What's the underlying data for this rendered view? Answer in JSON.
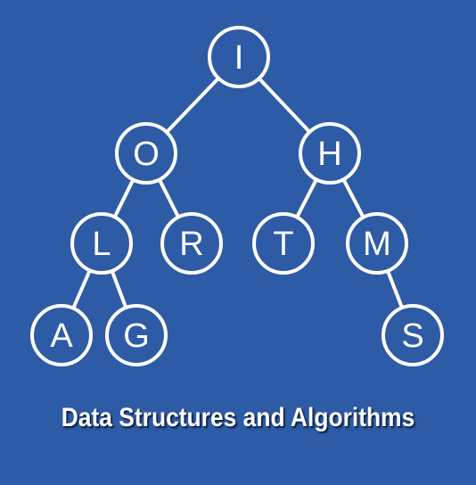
{
  "diagram": {
    "nodes": [
      {
        "id": "n1",
        "label": "I"
      },
      {
        "id": "n2",
        "label": "O"
      },
      {
        "id": "n3",
        "label": "H"
      },
      {
        "id": "n4",
        "label": "L"
      },
      {
        "id": "n5",
        "label": "R"
      },
      {
        "id": "n6",
        "label": "T"
      },
      {
        "id": "n7",
        "label": "M"
      },
      {
        "id": "n8",
        "label": "A"
      },
      {
        "id": "n9",
        "label": "G"
      },
      {
        "id": "n10",
        "label": "S"
      }
    ],
    "edges": [
      [
        "n1",
        "n2"
      ],
      [
        "n1",
        "n3"
      ],
      [
        "n2",
        "n4"
      ],
      [
        "n2",
        "n5"
      ],
      [
        "n3",
        "n6"
      ],
      [
        "n3",
        "n7"
      ],
      [
        "n4",
        "n8"
      ],
      [
        "n4",
        "n9"
      ],
      [
        "n7",
        "n10"
      ]
    ],
    "caption": "Data Structures and Algorithms",
    "colors": {
      "background": "#2e5ba6",
      "stroke": "#ffffff",
      "text": "#ffffff"
    }
  }
}
